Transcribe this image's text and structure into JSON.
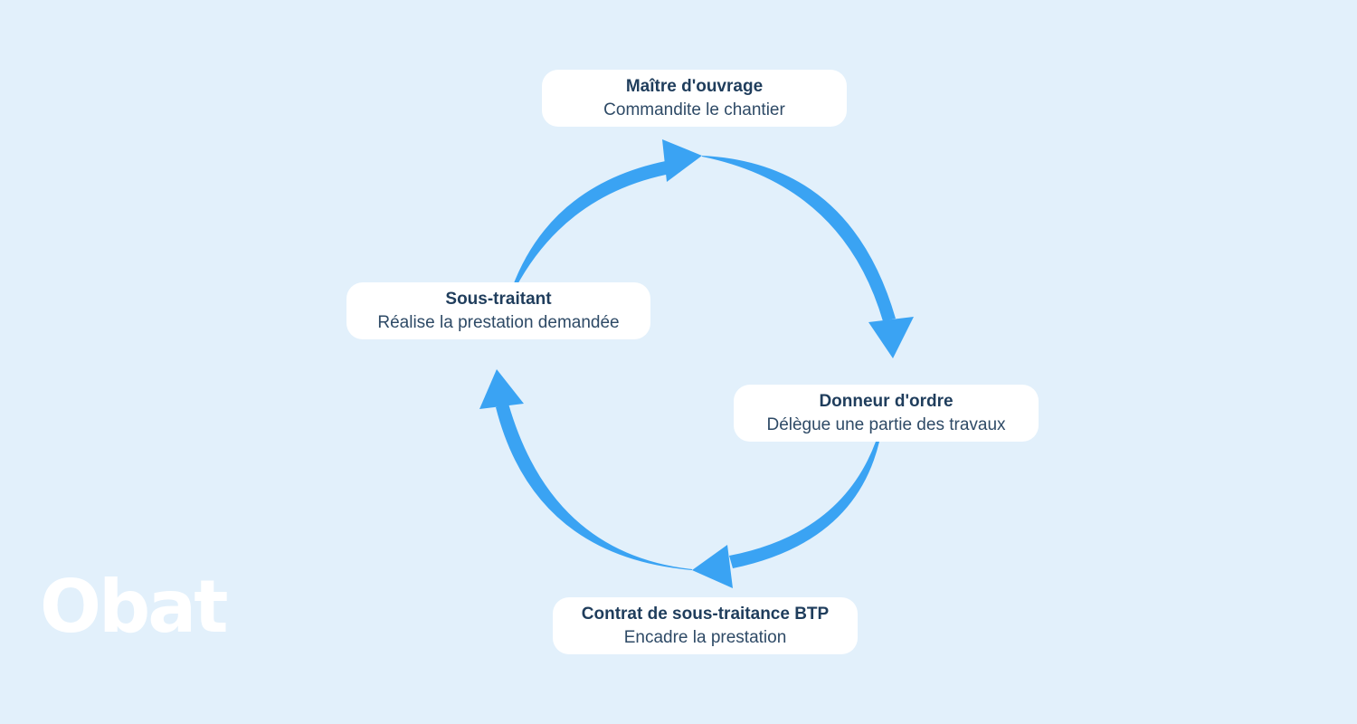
{
  "nodes": {
    "top": {
      "title": "Maître d'ouvrage",
      "subtitle": "Commandite le chantier"
    },
    "right": {
      "title": "Donneur d'ordre",
      "subtitle": "Délègue une partie des travaux"
    },
    "bottom": {
      "title": "Contrat de sous-traitance BTP",
      "subtitle": "Encadre la prestation"
    },
    "left": {
      "title": "Sous-traitant",
      "subtitle": "Réalise la prestation demandée"
    }
  },
  "logo": {
    "text": "Obat"
  },
  "colors": {
    "background": "#e2f0fb",
    "arrow": "#3aa3f3",
    "card": "#ffffff",
    "title_text": "#1f3d5c",
    "body_text": "#2e4a66",
    "logo": "#ffffff"
  },
  "arrows": [
    {
      "from": "left",
      "to": "top",
      "icon": "arrow-head-icon"
    },
    {
      "from": "top",
      "to": "right",
      "icon": "arrow-head-icon"
    },
    {
      "from": "right",
      "to": "bottom",
      "icon": "arrow-head-icon"
    },
    {
      "from": "bottom",
      "to": "left",
      "icon": "arrow-head-icon"
    }
  ]
}
